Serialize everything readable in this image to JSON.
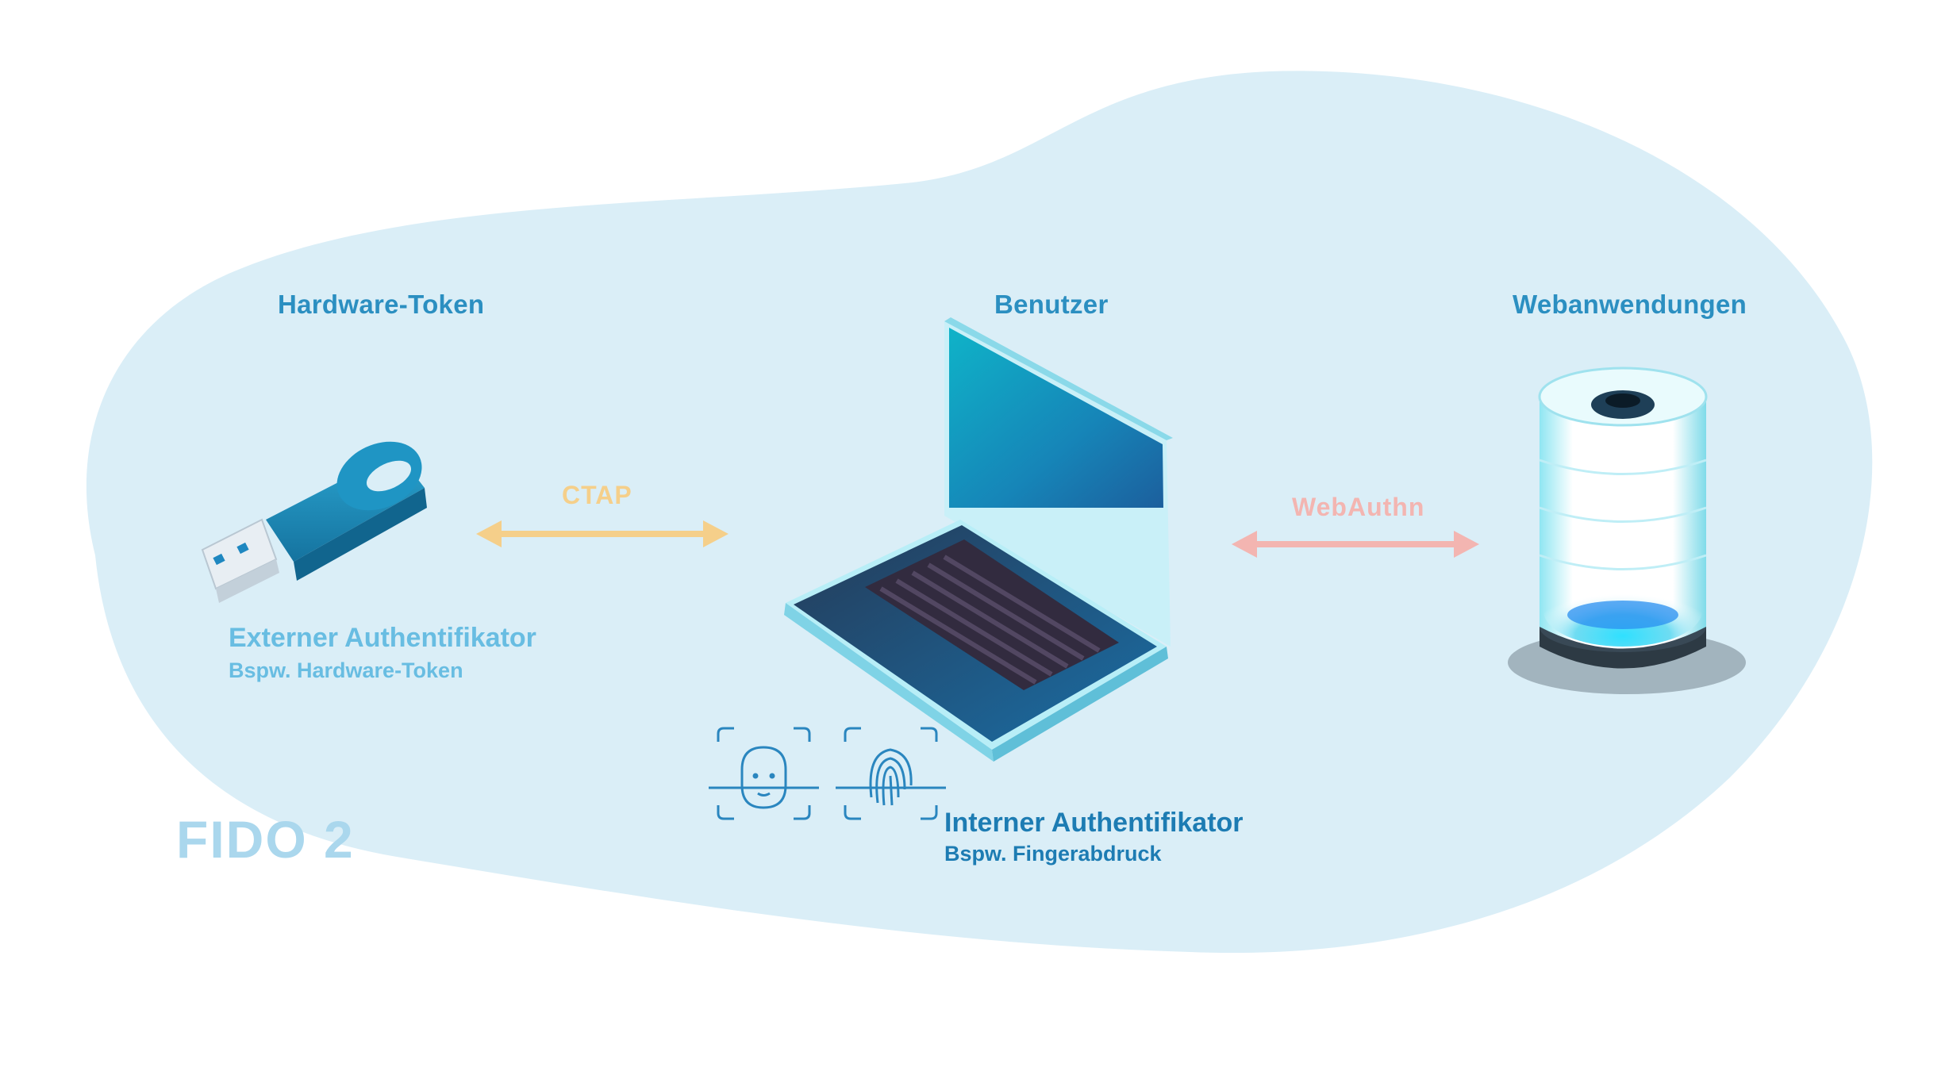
{
  "diagram": {
    "title": "FIDO 2",
    "nodes": {
      "hardware_token": {
        "heading": "Hardware-Token",
        "caption_title": "Externer Authentifikator",
        "caption_sub": "Bspw. Hardware-Token",
        "icon": "usb-token-icon"
      },
      "user": {
        "heading": "Benutzer",
        "caption_title": "Interner Authentifikator",
        "caption_sub": "Bspw. Fingerabdruck",
        "icon": "laptop-icon",
        "auth_icons": [
          "face-scan-icon",
          "fingerprint-scan-icon"
        ]
      },
      "web_apps": {
        "heading": "Webanwendungen",
        "icon": "server-cylinder-icon"
      }
    },
    "edges": {
      "ctap": {
        "label": "CTAP",
        "from": "hardware_token",
        "to": "user",
        "direction": "bidirectional"
      },
      "webauthn": {
        "label": "WebAuthn",
        "from": "user",
        "to": "web_apps",
        "direction": "bidirectional"
      }
    }
  },
  "colors": {
    "blob": "#daeef7",
    "heading": "#2b8fc1",
    "external_caption": "#68bde2",
    "internal_caption": "#1d7cb3",
    "ctap": "#f5cf8a",
    "webauthn": "#f3b5b1",
    "fido": "#aad7ed",
    "token_body": "#1b8fbf"
  }
}
